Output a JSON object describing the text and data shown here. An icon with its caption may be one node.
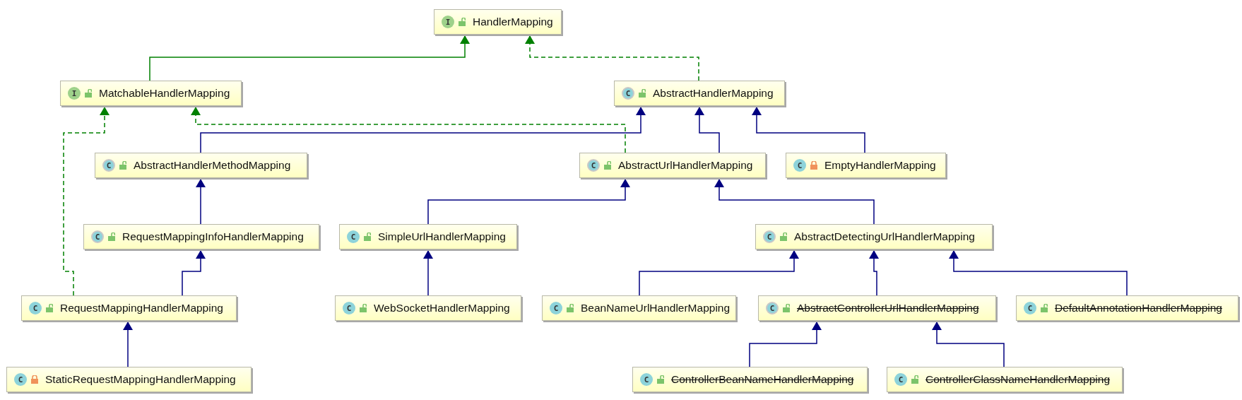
{
  "diagram": {
    "nodes": [
      {
        "text": [
          "I",
          "HandlerMapping"
        ]
      },
      {
        "text": [
          "I",
          "MatchableHandlerMapping"
        ]
      },
      {
        "text": [
          "C",
          "AbstractHandlerMapping"
        ]
      },
      {
        "text": [
          "C",
          "AbstractHandlerMethodMapping"
        ]
      },
      {
        "text": [
          "C",
          "AbstractUrlHandlerMapping"
        ]
      },
      {
        "text": [
          "C",
          "EmptyHandlerMapping"
        ]
      },
      {
        "text": [
          "C",
          "RequestMappingInfoHandlerMapping"
        ]
      },
      {
        "text": [
          "C",
          "SimpleUrlHandlerMapping"
        ]
      },
      {
        "text": [
          "C",
          "AbstractDetectingUrlHandlerMapping"
        ]
      },
      {
        "text": [
          "C",
          "RequestMappingHandlerMapping"
        ]
      },
      {
        "text": [
          "C",
          "WebSocketHandlerMapping"
        ]
      },
      {
        "text": [
          "C",
          "BeanNameUrlHandlerMapping"
        ]
      },
      {
        "text": [
          "C",
          "AbstractControllerUrlHandlerMapping"
        ]
      },
      {
        "text": [
          "C",
          "DefaultAnnotationHandlerMapping"
        ]
      },
      {
        "text": [
          "C",
          "StaticRequestMappingHandlerMapping"
        ]
      },
      {
        "text": [
          "C",
          "ControllerBeanNameHandlerMapping"
        ]
      },
      {
        "text": [
          "C",
          "ControllerClassNameHandlerMapping"
        ]
      }
    ],
    "edges": [
      {
        "from": 1,
        "to": 0,
        "arrow": "to",
        "color": "#008000"
      },
      {
        "from": 2,
        "to": 0,
        "arrow": "to",
        "style": "dashed",
        "color": "#008000"
      },
      {
        "from": 3,
        "to": 2,
        "arrow": "to"
      },
      {
        "from": 4,
        "to": 2,
        "arrow": "to"
      },
      {
        "from": 5,
        "to": 2,
        "arrow": "to"
      },
      {
        "from": 4,
        "to": 1,
        "arrow": "to",
        "style": "dashed",
        "color": "#008000"
      },
      {
        "from": 6,
        "to": 3,
        "arrow": "to"
      },
      {
        "from": 7,
        "to": 4,
        "arrow": "to"
      },
      {
        "from": 8,
        "to": 4,
        "arrow": "to"
      },
      {
        "from": 9,
        "to": 6,
        "arrow": "to"
      },
      {
        "from": 9,
        "to": 1,
        "arrow": "to",
        "style": "dashed",
        "color": "#008000"
      },
      {
        "from": 10,
        "to": 7,
        "arrow": "to"
      },
      {
        "from": 11,
        "to": 8,
        "arrow": "to"
      },
      {
        "from": 12,
        "to": 8,
        "arrow": "to"
      },
      {
        "from": 13,
        "to": 8,
        "arrow": "to"
      },
      {
        "from": 14,
        "to": 9,
        "arrow": "to"
      },
      {
        "from": 15,
        "to": 12,
        "arrow": "to"
      },
      {
        "from": 16,
        "to": 12,
        "arrow": "to"
      }
    ]
  }
}
